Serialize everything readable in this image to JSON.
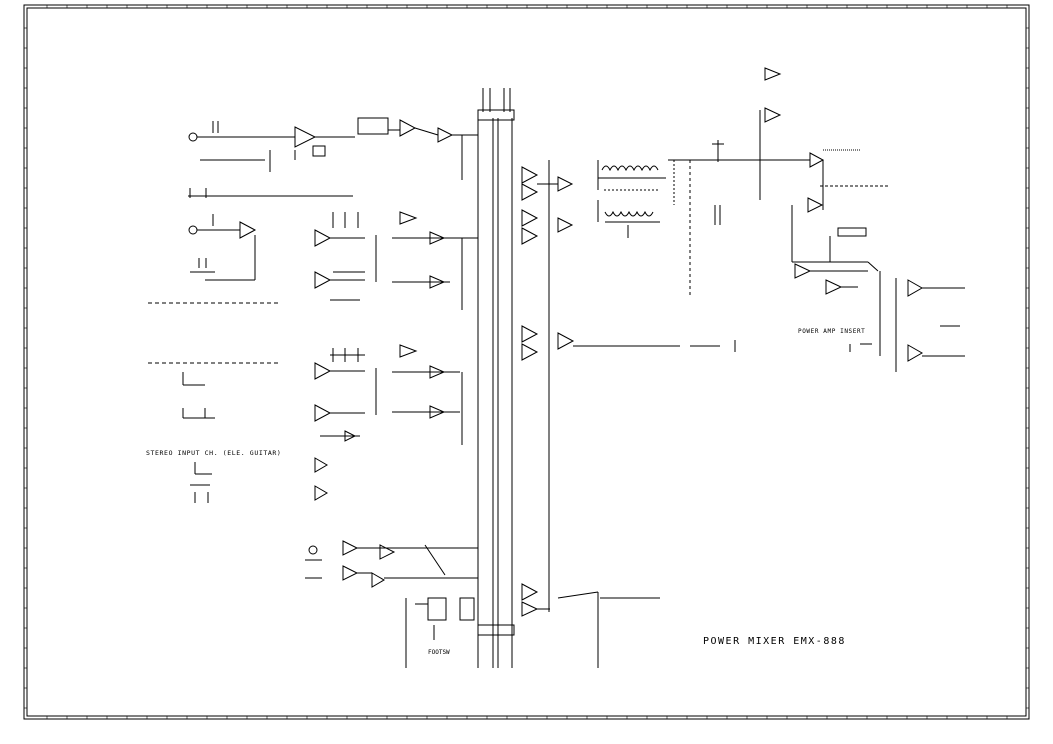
{
  "labels": {
    "stereo_input": "STEREO INPUT CH. (ELE. GUITAR)",
    "footswitch": "FOOTSW",
    "power_amp_insert": "POWER AMP INSERT",
    "title": "POWER MIXER EMX-888"
  },
  "colors": {
    "ink": "#000000",
    "paper": "#ffffff"
  }
}
